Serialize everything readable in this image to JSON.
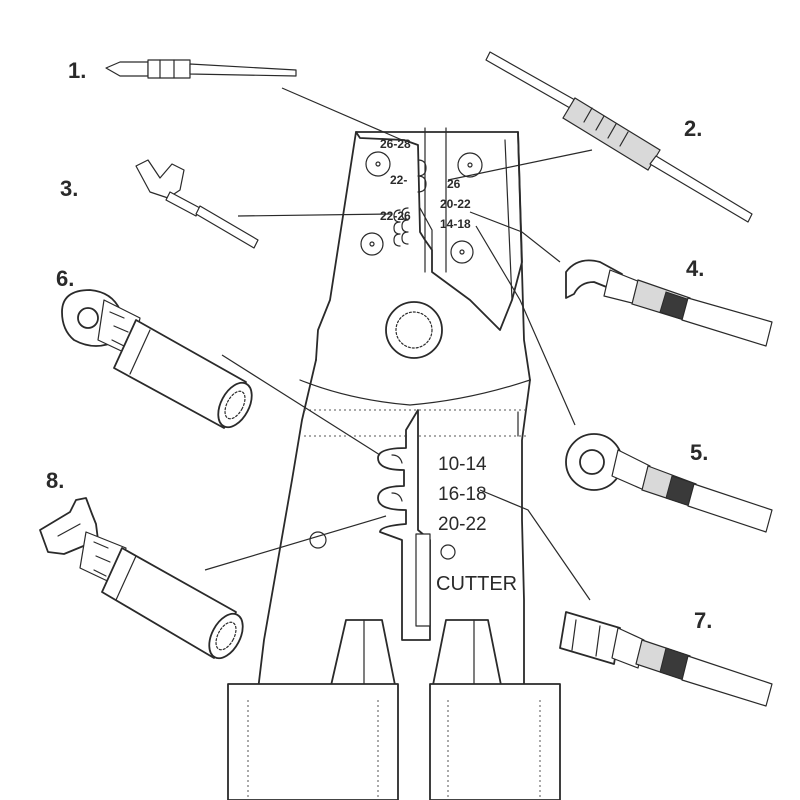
{
  "labels": {
    "n1": "1.",
    "n2": "2.",
    "n3": "3.",
    "n4": "4.",
    "n5": "5.",
    "n6": "6.",
    "n7": "7.",
    "n8": "8."
  },
  "tool": {
    "gauge_26_28": "26-28",
    "gauge_22": "22-",
    "gauge_26": "26",
    "gauge_22_26": "22-26",
    "gauge_20_22_small": "20-22",
    "gauge_14_18": "14-18",
    "gauge_10_14": "10-14",
    "gauge_16_18": "16-18",
    "gauge_20_22": "20-22",
    "cutter": "CUTTER"
  }
}
